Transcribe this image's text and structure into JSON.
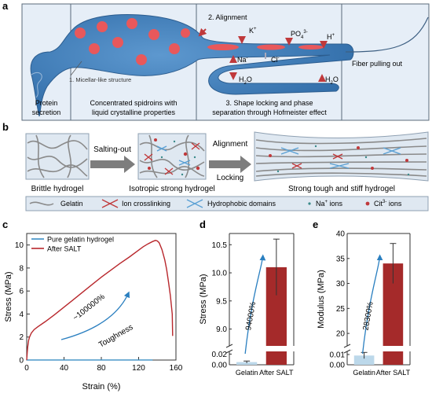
{
  "panel_a": {
    "letter": "a",
    "labels": {
      "protein_secretion": [
        "Protein",
        "secretion"
      ],
      "concentrated": [
        "Concentrated spidroins with",
        "liquid crystalline properties"
      ],
      "shape_locking": [
        "3. Shape locking and phase",
        "separation through Hofmeister effect"
      ],
      "fiber_pulling": "Fiber pulling out",
      "alignment": "2. Alignment",
      "micellar": "1. Micellar-like structure"
    },
    "ions": {
      "k": "K",
      "k_sup": "+",
      "po4": "PO",
      "po4_sub": "4",
      "po4_sup": "3-",
      "h_top": "H",
      "h_top_sup": "+",
      "na": "Na",
      "na_sup": "-",
      "cl": "Cl",
      "cl_sup": "-",
      "h2o_left_a": "H",
      "h2o_left_b": "2",
      "h2o_left_c": "O",
      "h2o_right_a": "H",
      "h2o_right_b": "2",
      "h2o_right_c": "O"
    },
    "colors": {
      "gland": "#3d7ab8",
      "pink": "#e8585b",
      "panel_bg": "#e3edf7"
    }
  },
  "panel_b": {
    "letter": "b",
    "arrow1": "Salting-out",
    "arrow2_a": "Alignment",
    "arrow2_b": "Locking",
    "caption1": "Brittle hydrogel",
    "caption2": "Isotropic strong hydrogel",
    "caption3": "Strong tough and stiff hydrogel",
    "legend": {
      "gelatin": "Gelatin",
      "ion": "Ion crosslinking",
      "hydrophobic": "Hydrophobic domains",
      "na": "Na",
      "na_sup": "+",
      "na_rest": " ions",
      "cit": "Cit",
      "cit_sup": "3-",
      "cit_rest": " ions"
    }
  },
  "chart_data": [
    {
      "panel": "c",
      "type": "line",
      "xlabel": "Strain (%)",
      "ylabel": "Stress (MPa)",
      "xlim": [
        0,
        160
      ],
      "ylim": [
        0,
        11
      ],
      "xticks": [
        "0",
        "40",
        "80",
        "120",
        "160"
      ],
      "yticks": [
        "0",
        "2",
        "4",
        "6",
        "8",
        "10"
      ],
      "annotation_percent": "~100000%",
      "annotation_word": "Toughness",
      "legend": [
        "Pure gelatin hydrogel",
        "After SALT"
      ],
      "series": [
        {
          "name": "Pure gelatin hydrogel",
          "color": "#3a8ec4",
          "x": [
            0,
            135
          ],
          "y": [
            0.01,
            0.01
          ]
        },
        {
          "name": "After SALT",
          "color": "#b8272c",
          "x": [
            0,
            0.5,
            1,
            2,
            3,
            5,
            8,
            12,
            20,
            30,
            40,
            50,
            60,
            70,
            80,
            90,
            100,
            110,
            120,
            125,
            130,
            135,
            138,
            140,
            142,
            145,
            148,
            150,
            152,
            154,
            156,
            156.5
          ],
          "y": [
            0,
            0.6,
            1.1,
            1.7,
            2.0,
            2.35,
            2.65,
            2.9,
            3.35,
            3.95,
            4.6,
            5.25,
            5.9,
            6.55,
            7.2,
            7.8,
            8.4,
            8.95,
            9.55,
            9.85,
            10.1,
            10.3,
            10.4,
            10.35,
            10.2,
            9.6,
            8.7,
            7.9,
            6.8,
            5.6,
            4.0,
            2.1
          ]
        }
      ]
    },
    {
      "panel": "d",
      "type": "bar",
      "ylabel": "Stress (MPa)",
      "categories": [
        "Gelatin",
        "After SALT"
      ],
      "values": [
        0.005,
        10.1
      ],
      "errors": [
        0.002,
        0.5
      ],
      "colors": [
        "#bcd8ea",
        "#a52a2a"
      ],
      "axis_break": true,
      "lower_ticks": [
        "0.00",
        "0.02"
      ],
      "upper_ticks": [
        "9.0",
        "9.5",
        "10.0",
        "10.5"
      ],
      "annotation": "94000%"
    },
    {
      "panel": "e",
      "type": "bar",
      "ylabel": "Modulus (MPa)",
      "categories": [
        "Gelatin",
        "After SALT"
      ],
      "values": [
        0.009,
        34
      ],
      "errors": [
        0.003,
        4
      ],
      "colors": [
        "#bcd8ea",
        "#a52a2a"
      ],
      "axis_break": true,
      "lower_ticks": [
        "0.00",
        "0.01"
      ],
      "upper_ticks": [
        "20",
        "25",
        "30",
        "35",
        "40"
      ],
      "annotation": "28300%"
    }
  ]
}
